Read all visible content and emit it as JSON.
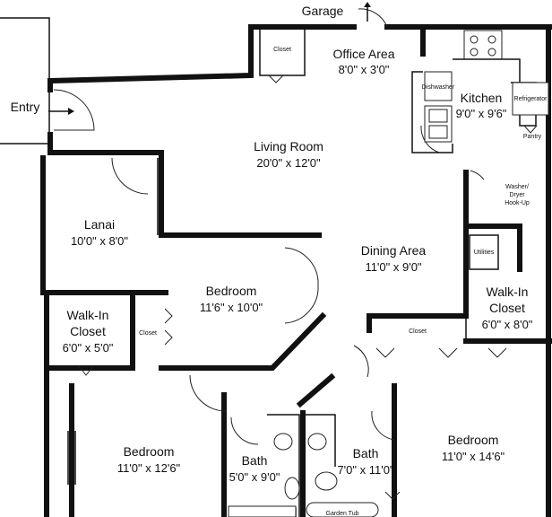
{
  "labels": {
    "garage": "Garage",
    "entry": "Entry",
    "closet_top": "Closet",
    "office": "Office Area",
    "office_dim": "8'0\" x 3'0\"",
    "dishwasher": "Dishwasher",
    "kitchen": "Kitchen",
    "kitchen_dim": "9'0\" x 9'6\"",
    "refrigerator": "Refrigerator",
    "pantry": "Pantry",
    "living": "Living Room",
    "living_dim": "20'0\" x 12'0\"",
    "washer_dryer_1": "Washer/",
    "washer_dryer_2": "Dryer",
    "washer_dryer_3": "Hook-Up",
    "lanai": "Lanai",
    "lanai_dim": "10'0\" x 8'0\"",
    "dining": "Dining Area",
    "dining_dim": "11'0\" x 9'0\"",
    "utilities": "Utilities",
    "bedroom_mid": "Bedroom",
    "bedroom_mid_dim": "11'6\" x 10'0\"",
    "walkin_left_1": "Walk-In",
    "walkin_left_2": "Closet",
    "walkin_left_dim": "6'0\" x 5'0\"",
    "closet_left": "Closet",
    "walkin_right_1": "Walk-In",
    "walkin_right_2": "Closet",
    "walkin_right_dim": "6'0\" x 8'0\"",
    "closet_mid": "Closet",
    "bedroom_bl": "Bedroom",
    "bedroom_bl_dim": "11'0\" x 12'6\"",
    "bath1": "Bath",
    "bath1_dim": "5'0\" x 9'0\"",
    "bath2": "Bath",
    "bath2_dim": "7'0\" x 11'0\"",
    "bedroom_br": "Bedroom",
    "bedroom_br_dim": "11'0\" x 14'6\"",
    "garden_tub": "Garden Tub"
  }
}
